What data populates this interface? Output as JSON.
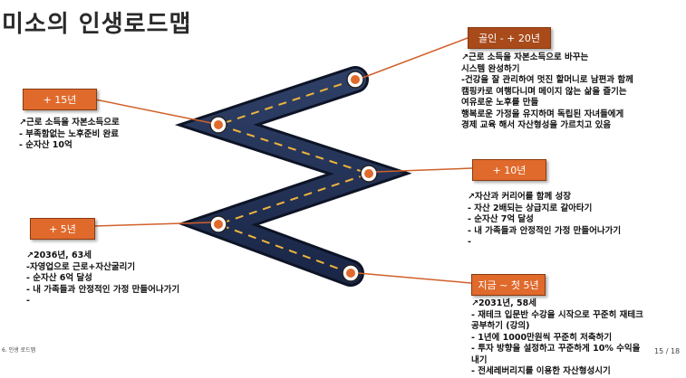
{
  "title": "미소의 인생로드맵",
  "badges": {
    "gol": "골인 - + 20년",
    "y15": "+ 15년",
    "y10": "+ 10년",
    "y5": "+ 5년",
    "now": "지금 ~ 첫 5년"
  },
  "notes": {
    "gol": [
      "↗근로 소득을 자본소득으로 바꾸는",
      "  시스템 완성하기",
      "-건강을 잘 관리하여 멋진 할머니로 남편과 함께",
      "캠핑카로 여행다니며 메이지 않는 삶을 즐기는",
      "여유로운 노후를 만들",
      "  행복로운 가정을 유지하며 독립된 자녀들에게",
      "경제 교육 해서 자산형성을 가르치고 있음"
    ],
    "y15": [
      "↗근로 소득을 자본소득으로",
      "- 부족함없는 노후준비 완료",
      "- 순자산 10억"
    ],
    "y10": [
      "↗자산과 커리어를 함께 성장",
      "- 자산 2배되는 상급지로 갈아타기",
      "- 순자산 7억 달성",
      "- 내 가족들과 안정적인 가정 만들어나가기",
      "-"
    ],
    "y5": [
      "↗2036년, 63세",
      "-자영업으로 근로+자산굴리기",
      "- 순자산 6억 달성",
      "- 내 가족들과 안정적인 가정 만들어나가기",
      "-"
    ],
    "now": [
      "↗2031년, 58세",
      "- 재테크 입문반 수강을 시작으로 꾸준히 재테크",
      "  공부하기 (강의)",
      "- 1년에 1000만원씩 꾸준히 저축하기",
      "- 투자 방향을 설정하고 꾸준하게 10% 수익을",
      "내기",
      "- 전세레버리지를 이용한 자산형성시기"
    ]
  },
  "footer": "6. 인생 로드맵",
  "page": "15 /  18"
}
